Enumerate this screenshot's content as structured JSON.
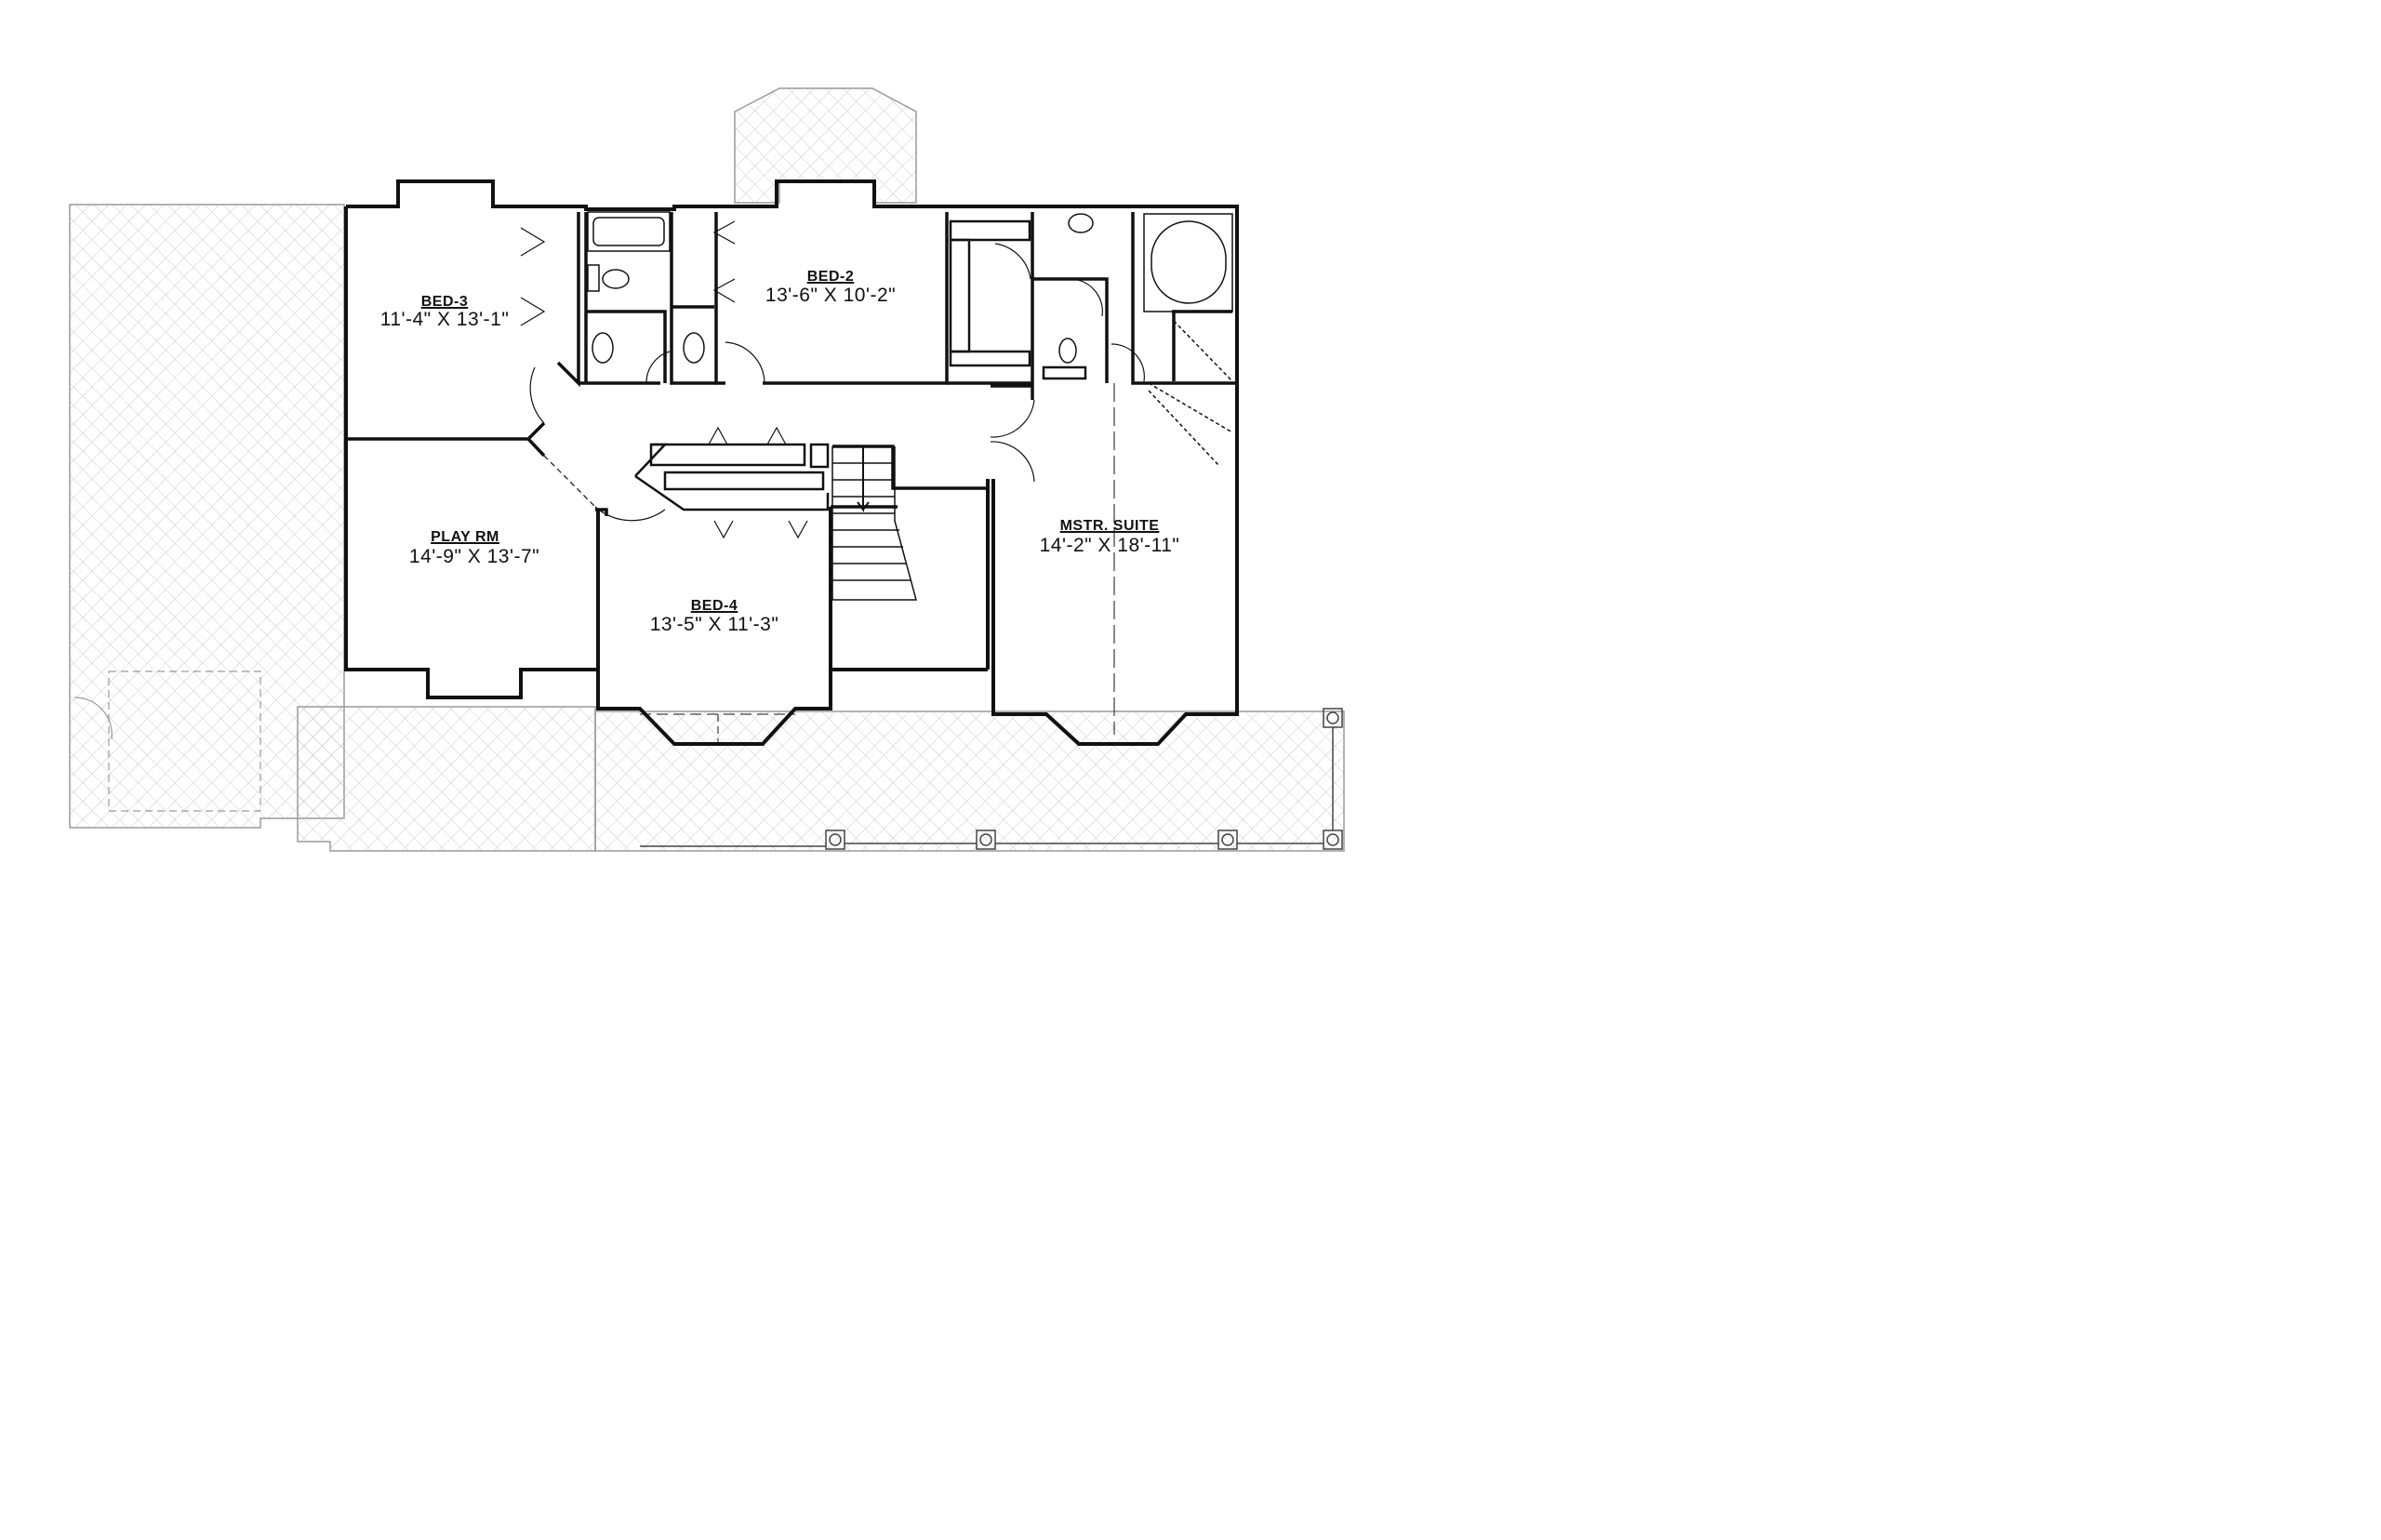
{
  "rooms": {
    "bed3": {
      "name": "BED-3",
      "dims": "11'-4\" X 13'-1\""
    },
    "bed2": {
      "name": "BED-2",
      "dims": "13'-6\" X 10'-2\""
    },
    "play": {
      "name": "PLAY RM",
      "dims": "14'-9\" X 13'-7\""
    },
    "bed4": {
      "name": "BED-4",
      "dims": "13'-5\" X 11'-3\""
    },
    "master": {
      "name": "MSTR. SUITE",
      "dims": "14'-2\" X 18'-11\""
    }
  },
  "colors": {
    "wall": "#111111",
    "roof_hatch": "#b8b8b8",
    "background": "#ffffff"
  }
}
